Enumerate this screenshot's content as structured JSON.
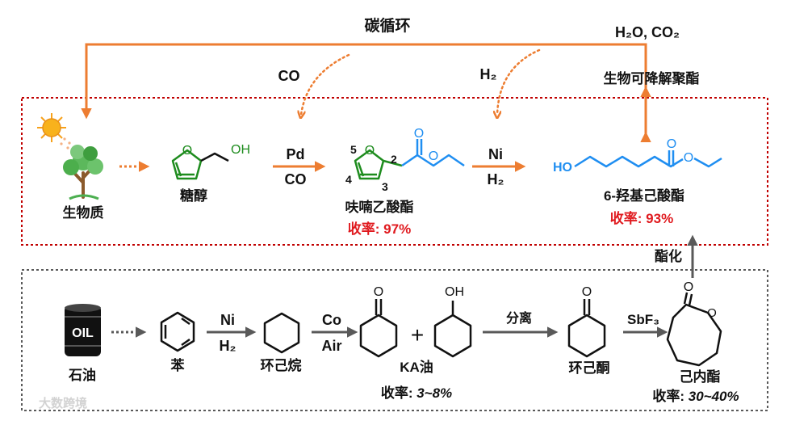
{
  "title": "碳循环",
  "top_right": {
    "products": "H₂O, CO₂",
    "polymer": "生物可降解聚酯"
  },
  "reagents": {
    "co_top": "CO",
    "h2_top": "H₂"
  },
  "bio_route": {
    "biomass": "生物质",
    "furfuryl_alcohol": "糖醇",
    "step1_top": "Pd",
    "step1_bottom": "CO",
    "furan_ester": "呋喃乙酸酯",
    "furan_ester_yield": "收率: 97%",
    "step2_top": "Ni",
    "step2_bottom": "H₂",
    "hydroxy_ester": "6-羟基己酸酯",
    "hydroxy_ester_yield": "收率: 93%",
    "esterification": "酯化",
    "ring_numbers": [
      "5",
      "2",
      "4",
      "3"
    ]
  },
  "petro_route": {
    "oil": "石油",
    "oil_barrel_label": "OIL",
    "benzene": "苯",
    "step1_top": "Ni",
    "step1_bottom": "H₂",
    "cyclohexane": "环己烷",
    "step2_top": "Co",
    "step2_bottom": "Air",
    "ka_oil": "KA油",
    "ka_yield_prefix": "收率: ",
    "ka_yield_value": "3~8%",
    "separation": "分离",
    "cyclohexanone": "环己酮",
    "step4_top": "SbF₃",
    "caprolactone": "己内酯",
    "caprolactone_yield_prefix": "收率: ",
    "caprolactone_yield_value": "30~40%",
    "plus": "+"
  },
  "atoms": {
    "oh": "OH",
    "ho": "HO",
    "o": "O"
  },
  "watermark": "大数跨境",
  "colors": {
    "orange": "#ed7d31",
    "green": "#1e8c1e",
    "blue": "#1f8ef1",
    "red": "#e0191e",
    "red_box": "#c00000",
    "gray": "#595959"
  }
}
